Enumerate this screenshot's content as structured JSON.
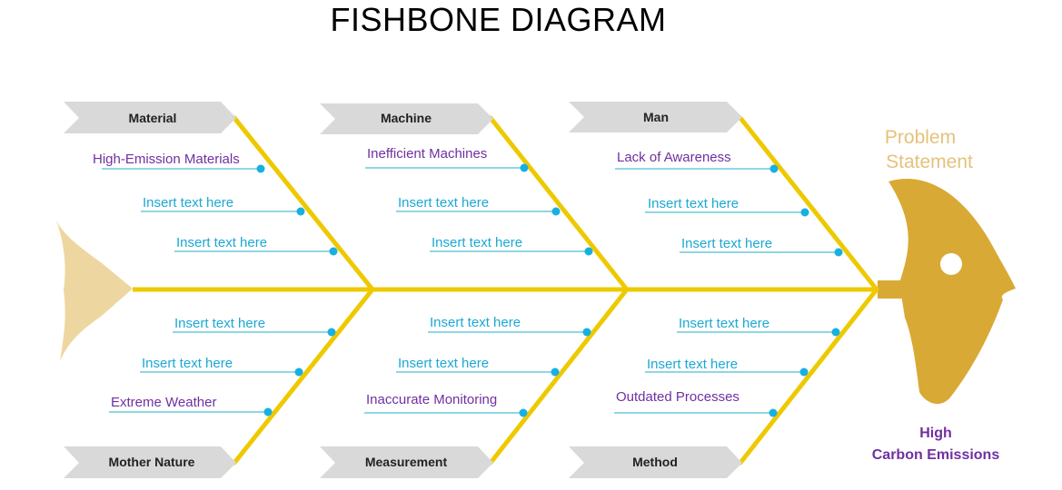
{
  "title": "FISHBONE DIAGRAM",
  "colors": {
    "bone": "#EEC900",
    "fish": "#D9A935",
    "tail_light": "#EED6A0",
    "category_bg": "#D9D9D9",
    "cause_line": "#1FAECD",
    "dot": "#17B0E0",
    "filled_text": "#7030A0",
    "placeholder_text": "#1BA8D4",
    "problem_label": "#E6C27A"
  },
  "head": {
    "label_line1": "Problem",
    "label_line2": "Statement",
    "statement_line1": "High",
    "statement_line2": "Carbon Emissions"
  },
  "top": [
    {
      "category": "Material",
      "causes": [
        {
          "text": "High-Emission Materials",
          "filled": true
        },
        {
          "text": "Insert text here",
          "filled": false
        },
        {
          "text": "Insert text here",
          "filled": false
        }
      ]
    },
    {
      "category": "Machine",
      "causes": [
        {
          "text": "Inefficient Machines",
          "filled": true
        },
        {
          "text": "Insert text here",
          "filled": false
        },
        {
          "text": "Insert text here",
          "filled": false
        }
      ]
    },
    {
      "category": "Man",
      "causes": [
        {
          "text": "Lack of Awareness",
          "filled": true
        },
        {
          "text": "Insert text here",
          "filled": false
        },
        {
          "text": "Insert text here",
          "filled": false
        }
      ]
    }
  ],
  "bottom": [
    {
      "category": "Mother Nature",
      "causes": [
        {
          "text": "Insert text here",
          "filled": false
        },
        {
          "text": "Insert text here",
          "filled": false
        },
        {
          "text": "Extreme Weather",
          "filled": true
        }
      ]
    },
    {
      "category": "Measurement",
      "causes": [
        {
          "text": "Insert text here",
          "filled": false
        },
        {
          "text": "Insert text here",
          "filled": false
        },
        {
          "text": "Inaccurate Monitoring",
          "filled": true
        }
      ]
    },
    {
      "category": "Method",
      "causes": [
        {
          "text": "Insert text here",
          "filled": false
        },
        {
          "text": "Insert text here",
          "filled": false
        },
        {
          "text": "Outdated Processes",
          "filled": true
        }
      ]
    }
  ]
}
